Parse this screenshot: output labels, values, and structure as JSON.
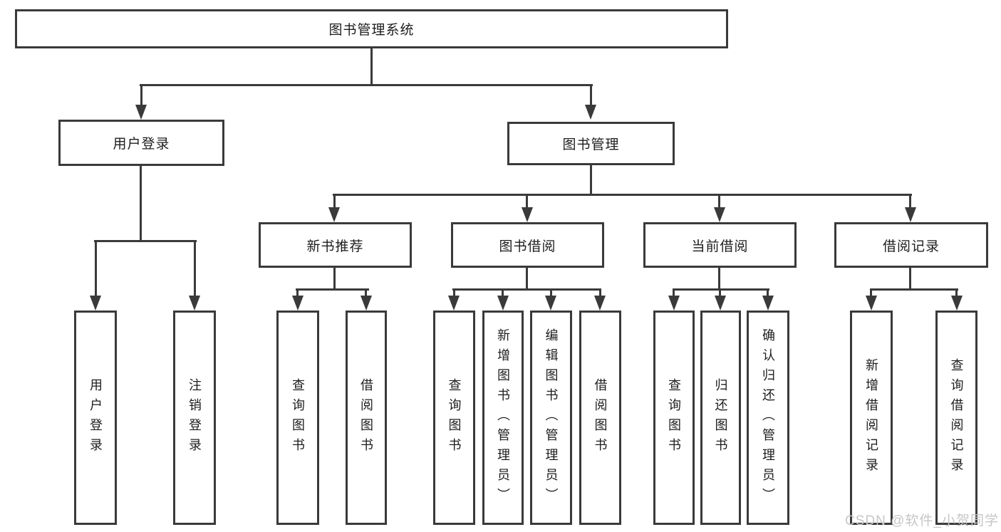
{
  "diagram": {
    "title": "图书管理系统",
    "level2": {
      "user_login": "用户登录",
      "book_mgmt": "图书管理"
    },
    "level3": {
      "new_books": "新书推荐",
      "borrow": "图书借阅",
      "current": "当前借阅",
      "records": "借阅记录"
    },
    "leaves": {
      "user_login": "用户登录",
      "logout": "注销登录",
      "nb_query": "查询图书",
      "nb_borrow": "借阅图书",
      "bb_query": "查询图书",
      "bb_add": "新增图书（管理员）",
      "bb_edit": "编辑图书（管理员）",
      "bb_borrow": "借阅图书",
      "cb_query": "查询图书",
      "cb_return": "归还图书",
      "cb_confirm": "确认归还（管理员）",
      "br_add": "新增借阅记录",
      "br_query": "查询借阅记录"
    }
  },
  "watermark": {
    "text": "CSDN @软件_小贺同学"
  },
  "colors": {
    "line": "#3a3a3a",
    "text": "#1d1d1d",
    "watermark": "#c6c6c6",
    "background": "#ffffff"
  }
}
